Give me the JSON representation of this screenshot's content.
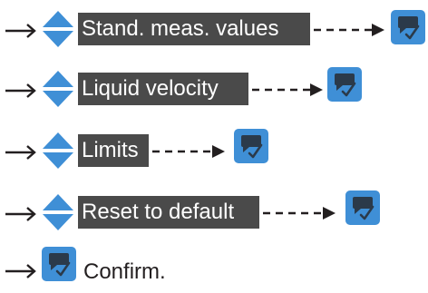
{
  "steps": [
    {
      "label": "Stand. meas. values"
    },
    {
      "label": "Liquid velocity"
    },
    {
      "label": "Limits"
    },
    {
      "label": "Reset to default"
    }
  ],
  "confirm": {
    "label": "Confirm."
  },
  "icons": {
    "step_arrow": "right-arrow-icon",
    "navigate": "up-down-arrows-icon",
    "enter": "enter-key-icon"
  },
  "colors": {
    "highlight_bg": "#4a4a4a",
    "highlight_text": "#ffffff",
    "nav_arrow": "#3f8fd6",
    "enter_bg": "#3f8fd6",
    "enter_dark": "#2b3a4a"
  }
}
